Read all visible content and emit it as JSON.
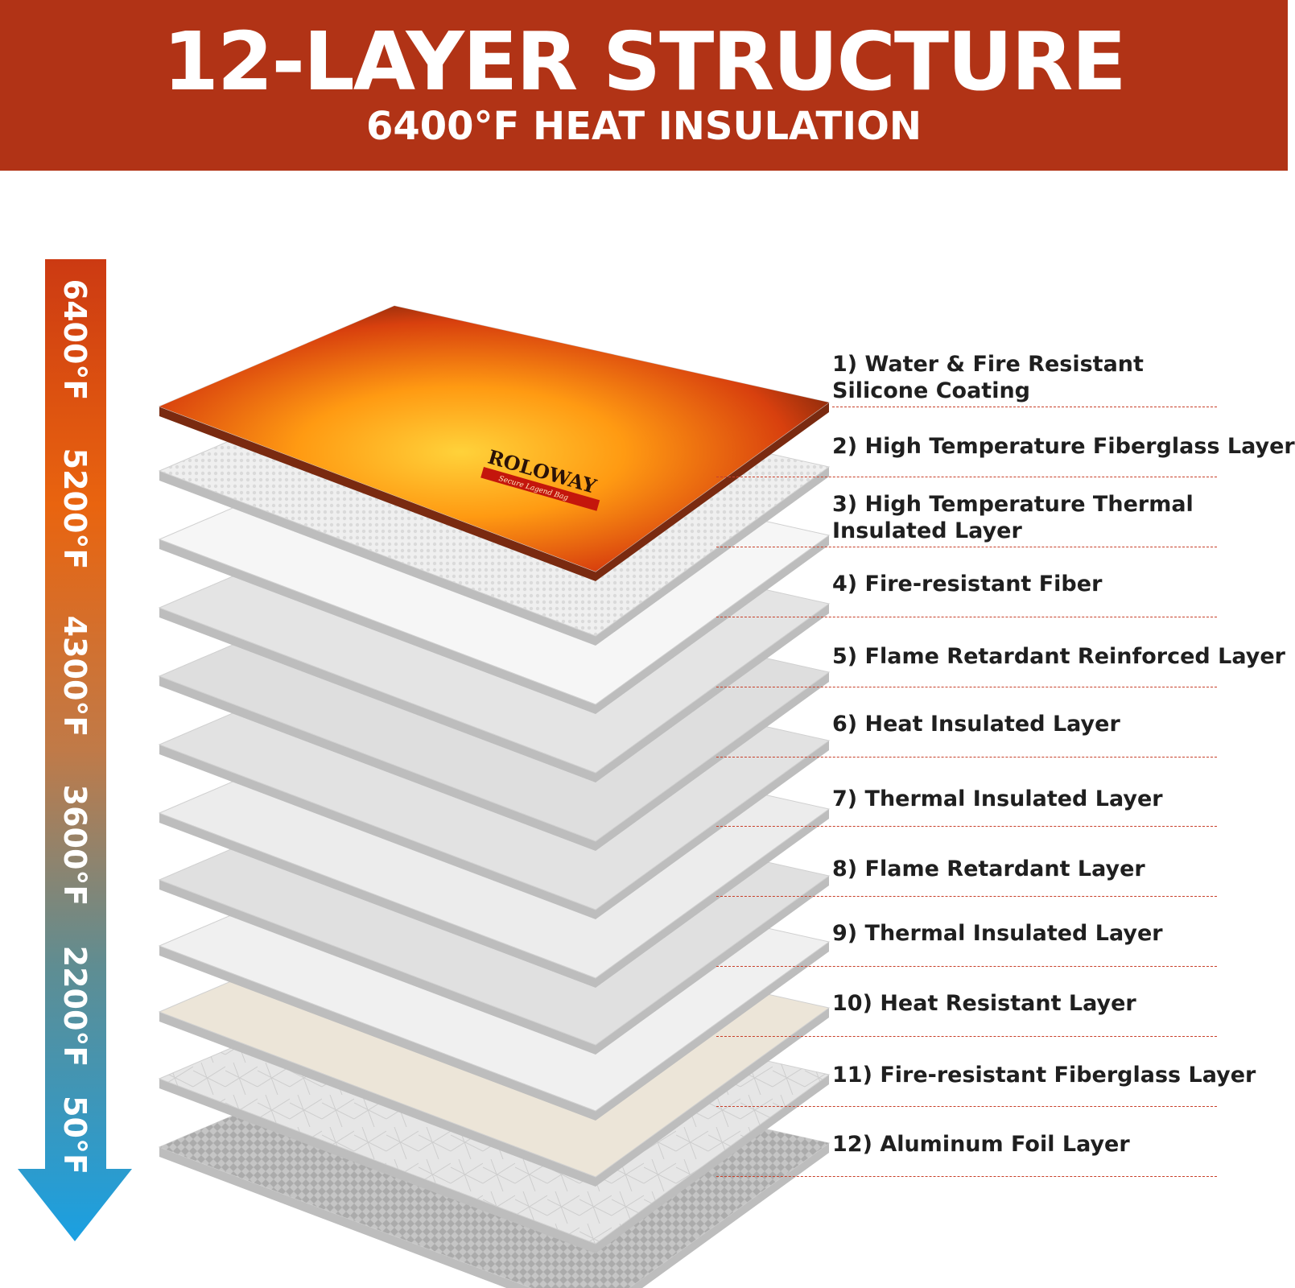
{
  "header": {
    "title": "12-LAYER STRUCTURE",
    "subtitle": "6400°F HEAT INSULATION"
  },
  "temperature_scale": {
    "labels": [
      "6400°F",
      "5200°F",
      "4300°F",
      "3600°F",
      "2200°F",
      "50°F"
    ],
    "colors": {
      "hot": "#cc3a12",
      "mid": "#e9640f",
      "warm": "#c07a48",
      "cool": "#5f8d92",
      "cold": "#1aa0e2"
    }
  },
  "brand": {
    "logo_text": "ROLOWAY",
    "tagline": "Secure Lagend Bag"
  },
  "layers": [
    {
      "label": "1) Water & Fire Resistant Silicone Coating",
      "color": "#d8521c"
    },
    {
      "label": "2) High Temperature Fiberglass Layer",
      "color": "#efefef"
    },
    {
      "label": "3) High Temperature Thermal Insulated Layer",
      "color": "#f6f6f6"
    },
    {
      "label": "4) Fire-resistant Fiber",
      "color": "#e4e4e4"
    },
    {
      "label": "5) Flame Retardant Reinforced Layer",
      "color": "#dedede"
    },
    {
      "label": "6) Heat Insulated Layer",
      "color": "#e2e2e2"
    },
    {
      "label": "7) Thermal Insulated Layer",
      "color": "#ececec"
    },
    {
      "label": "8) Flame Retardant Layer",
      "color": "#e0e0e0"
    },
    {
      "label": "9) Thermal Insulated Layer",
      "color": "#f0f0f0"
    },
    {
      "label": "10) Heat Resistant Layer",
      "color": "#ece5d8"
    },
    {
      "label": "11) Fire-resistant Fiberglass Layer",
      "color": "#e6e6e6"
    },
    {
      "label": "12) Aluminum Foil Layer",
      "color": "#b4b4b4"
    }
  ]
}
